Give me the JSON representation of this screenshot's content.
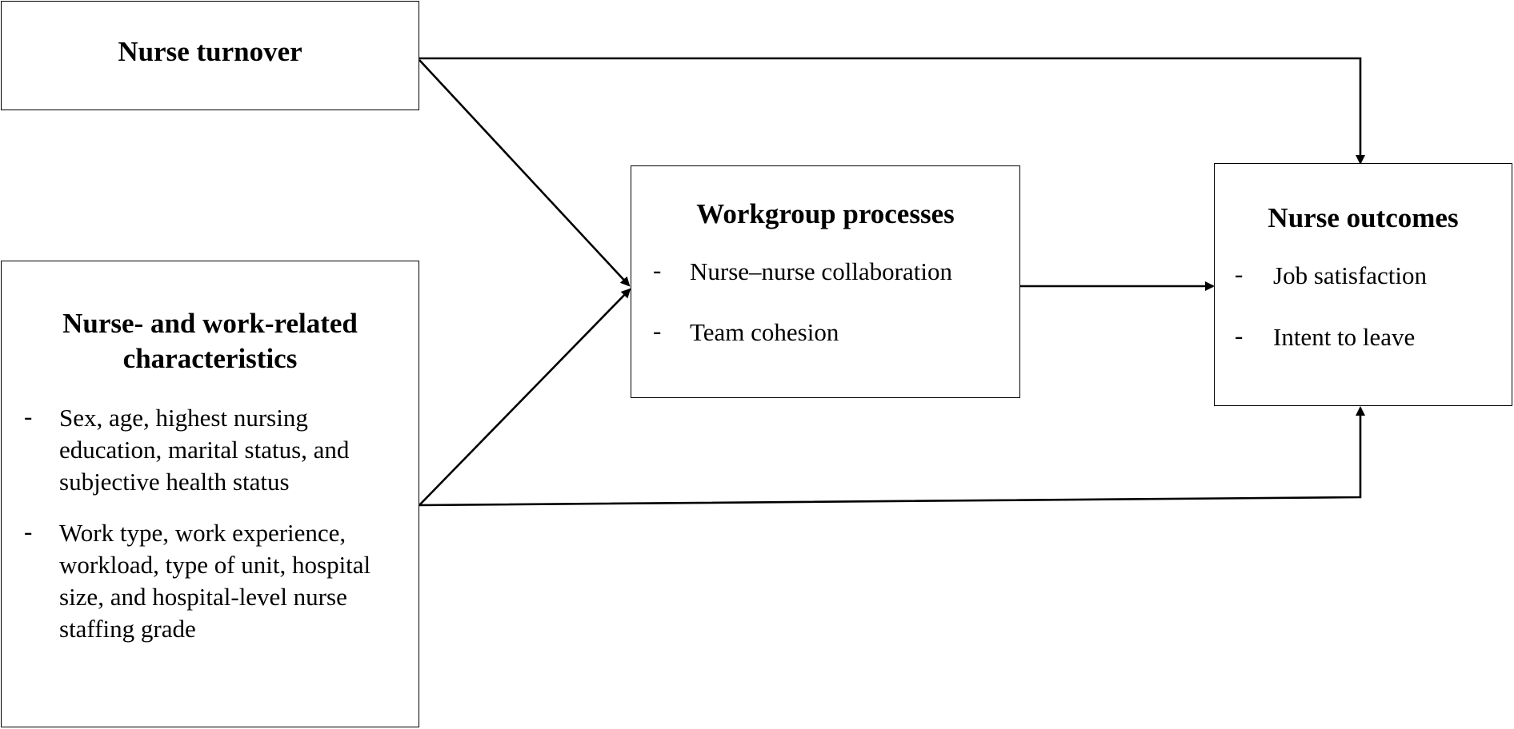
{
  "nodes": {
    "turnover": {
      "title": "Nurse turnover"
    },
    "characteristics": {
      "title": "Nurse- and work-related characteristics",
      "items": [
        "Sex, age, highest nursing education, marital status, and subjective health status",
        "Work type, work experience, workload, type of unit, hospital size, and hospital-level nurse staffing grade"
      ]
    },
    "workgroup": {
      "title": "Workgroup processes",
      "items": [
        "Nurse–nurse collaboration",
        "Team cohesion"
      ]
    },
    "outcomes": {
      "title": "Nurse outcomes",
      "items": [
        "Job satisfaction",
        "Intent to leave"
      ]
    }
  },
  "bullet": "-",
  "edges": [
    {
      "from": "turnover",
      "to": "workgroup"
    },
    {
      "from": "turnover",
      "to": "outcomes"
    },
    {
      "from": "characteristics",
      "to": "workgroup"
    },
    {
      "from": "characteristics",
      "to": "outcomes"
    },
    {
      "from": "workgroup",
      "to": "outcomes"
    }
  ]
}
